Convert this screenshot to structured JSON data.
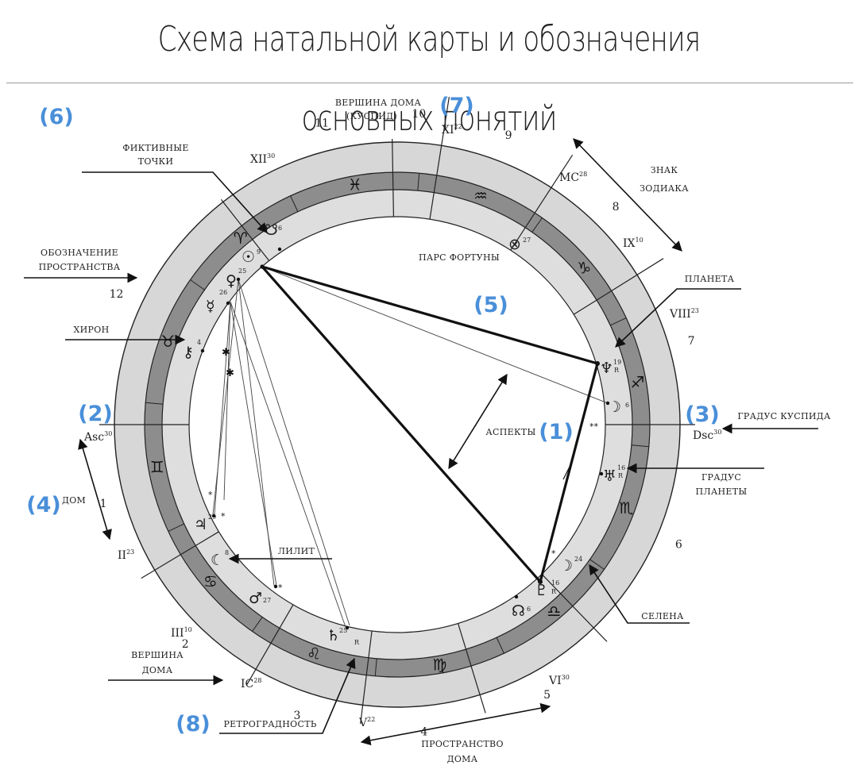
{
  "title": "Схема натальной карты и обозначения основных понятий",
  "numbers": {
    "n1": "(1)",
    "n2": "(2)",
    "n3": "(3)",
    "n4": "(4)",
    "n5": "(5)",
    "n6": "(6)",
    "n7": "(7)",
    "n8": "(8)"
  },
  "labels": {
    "cusp_top_1": "ВЕРШИНА ДОМА",
    "cusp_top_2": "(КУСПИД)",
    "fict_1": "ФИКТИВНЫЕ",
    "fict_2": "ТОЧКИ",
    "space_1": "ОБОЗНАЧЕНИЕ",
    "space_2": "ПРОСТРАНСТВА",
    "chiron": "ХИРОН",
    "house": "ДОМ",
    "zodiac_1": "ЗНАК",
    "zodiac_2": "ЗОДИАКА",
    "planet": "ПЛАНЕТА",
    "aspects": "АСПЕКТЫ",
    "cusp_degree": "ГРАДУС КУСПИДА",
    "planet_deg_1": "ГРАДУС",
    "planet_deg_2": "ПЛАНЕТЫ",
    "lilith": "ЛИЛИТ",
    "selena": "СЕЛЕНА",
    "house_vertex_1": "ВЕРШИНА",
    "house_vertex_2": "ДОМА",
    "retro": "РЕТРОГРАДНОСТЬ",
    "house_space_1": "ПРОСТРАНСТВО",
    "house_space_2": "ДОМА",
    "fortuna": "ПАРС ФОРТУНЫ"
  },
  "house_numbers": [
    "1",
    "2",
    "3",
    "4",
    "5",
    "6",
    "7",
    "8",
    "9",
    "10",
    "11",
    "12"
  ],
  "cusps": {
    "asc": "Asc",
    "asc_deg": "30",
    "ii": "II",
    "ii_deg": "23",
    "iii": "III",
    "iii_deg": "10",
    "ic": "IC",
    "ic_deg": "28",
    "v": "V",
    "v_deg": "22",
    "vi": "VI",
    "vi_deg": "30",
    "dsc": "Dsc",
    "dsc_deg": "30",
    "viii": "VIII",
    "viii_deg": "23",
    "ix": "IX",
    "ix_deg": "10",
    "mc": "MC",
    "mc_deg": "28",
    "xi": "XI",
    "xi_deg": "22",
    "xii": "XII",
    "xii_deg": "30"
  },
  "zodiac": [
    "♈",
    "♉",
    "♊",
    "♋",
    "♌",
    "♍",
    "♎",
    "♏",
    "♐",
    "♑",
    "♒",
    "♓"
  ],
  "planets": {
    "sun": "☉",
    "sun_deg": "9",
    "node_s": "☋",
    "node_s_deg": "6",
    "venus": "♀",
    "venus_deg": "25",
    "mercury": "☿",
    "mercury_deg": "26",
    "chiron": "⚷",
    "chiron_deg": "4",
    "neptune": "♆",
    "neptune_deg": "19",
    "moon": "☽",
    "moon_deg": "6",
    "uranus": "♅",
    "uranus_deg": "16",
    "selena": "☽",
    "selena_deg": "24",
    "pluto": "♇",
    "pluto_deg": "16",
    "node_n": "☊",
    "node_n_deg": "6",
    "saturn": "♄",
    "saturn_deg": "25",
    "mars": "♂",
    "mars_deg": "27",
    "lilith": "☾",
    "lilith_deg": "8",
    "jupiter": "♃",
    "jupiter_deg": "29",
    "fortuna": "⊗",
    "fortuna_deg": "27",
    "retro_mark": "R",
    "conj_stars": "**"
  }
}
